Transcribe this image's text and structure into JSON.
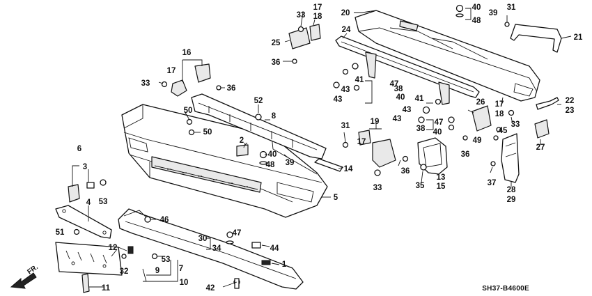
{
  "diagram": {
    "code": "SH37-B4600E",
    "direction_label": "FR.",
    "callouts": [
      "1",
      "2",
      "3",
      "4",
      "5",
      "6",
      "7",
      "8",
      "9",
      "10",
      "11",
      "12",
      "13",
      "14",
      "15",
      "16",
      "17",
      "18",
      "19",
      "20",
      "21",
      "22",
      "23",
      "24",
      "25",
      "26",
      "27",
      "28",
      "29",
      "30",
      "31",
      "32",
      "33",
      "34",
      "35",
      "36",
      "37",
      "38",
      "39",
      "40",
      "41",
      "42",
      "43",
      "44",
      "45",
      "46",
      "47",
      "48",
      "49",
      "50",
      "51",
      "52",
      "53"
    ]
  }
}
